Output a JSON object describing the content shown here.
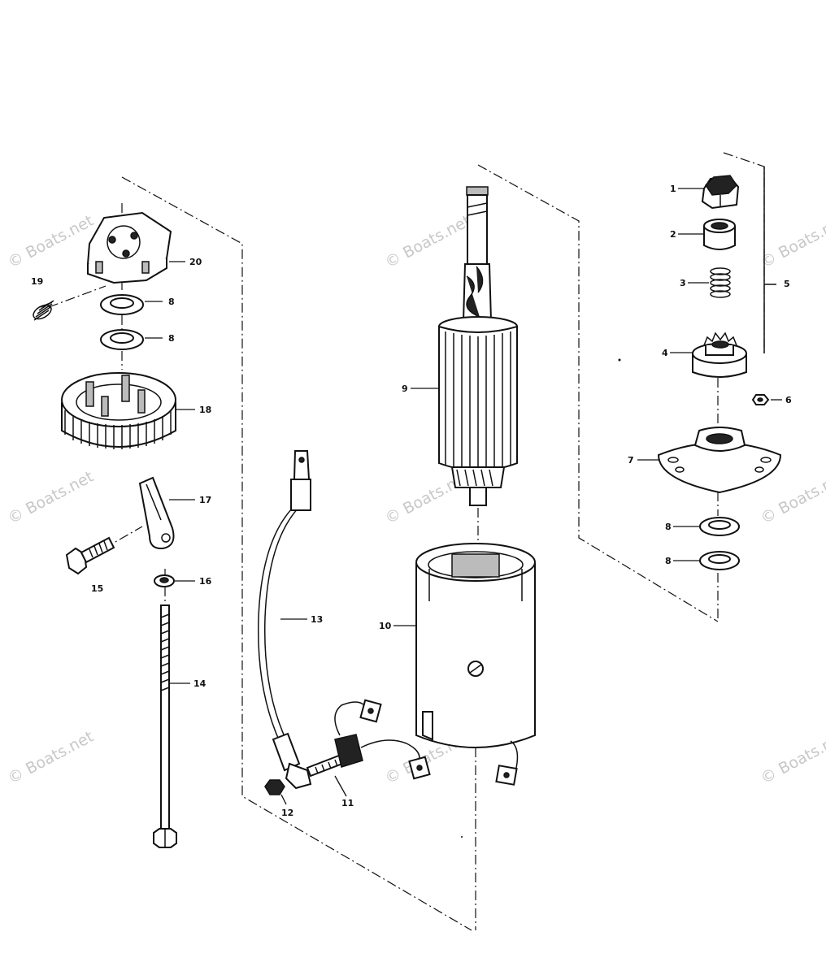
{
  "watermark": "© Boats.net",
  "callouts": [
    {
      "id": "c1",
      "text": "1"
    },
    {
      "id": "c2",
      "text": "2"
    },
    {
      "id": "c3",
      "text": "3"
    },
    {
      "id": "c4",
      "text": "4"
    },
    {
      "id": "c5",
      "text": "5"
    },
    {
      "id": "c6",
      "text": "6"
    },
    {
      "id": "c7",
      "text": "7"
    },
    {
      "id": "c8a",
      "text": "8"
    },
    {
      "id": "c8b",
      "text": "8"
    },
    {
      "id": "c8c",
      "text": "8"
    },
    {
      "id": "c8d",
      "text": "8"
    },
    {
      "id": "c9",
      "text": "9"
    },
    {
      "id": "c10",
      "text": "10"
    },
    {
      "id": "c11",
      "text": "11"
    },
    {
      "id": "c12",
      "text": "12"
    },
    {
      "id": "c13",
      "text": "13"
    },
    {
      "id": "c14",
      "text": "14"
    },
    {
      "id": "c15",
      "text": "15"
    },
    {
      "id": "c16",
      "text": "16"
    },
    {
      "id": "c17",
      "text": "17"
    },
    {
      "id": "c18",
      "text": "18"
    },
    {
      "id": "c19",
      "text": "19"
    },
    {
      "id": "c20",
      "text": "20"
    }
  ]
}
